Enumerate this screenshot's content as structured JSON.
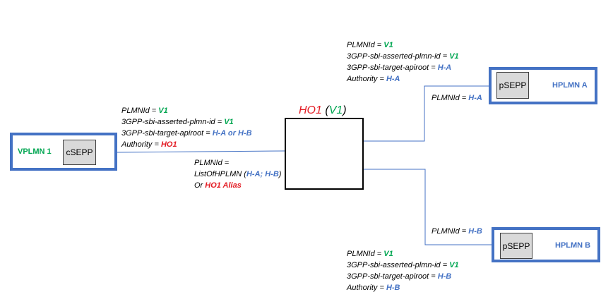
{
  "colors": {
    "box_border": "#4472c4",
    "green": "#00a651",
    "blue": "#4472c4",
    "red": "#e31b23",
    "line": "#4472c4"
  },
  "hub": {
    "name": "HO1",
    "plmn": "V1",
    "paren_open": "(",
    "paren_close": ")"
  },
  "vplmn": {
    "label": "VPLMN 1",
    "sepp": "cSEPP"
  },
  "hplmn_a": {
    "label": "HPLMN A",
    "sepp": "pSEPP",
    "link_key": "PLMNId = ",
    "link_val": "H-A"
  },
  "hplmn_b": {
    "label": "HPLMN B",
    "sepp": "pSEPP",
    "link_key": "PLMNId = ",
    "link_val": "H-B"
  },
  "ann_left": {
    "l1_key": "PLMNId = ",
    "l1_val": "V1",
    "l2_key": "3GPP-sbi-asserted-plmn-id = ",
    "l2_val": "V1",
    "l3_key": "3GPP-sbi-target-apiroot = ",
    "l3_val": "H-A or H-B",
    "l4_key": "Authority = ",
    "l4_val": "HO1"
  },
  "ann_mid": {
    "l1": "PLMNId =",
    "l2_pre": "ListOfHPLMN (",
    "l2_val": "H-A; H-B",
    "l2_post": ")",
    "l3_pre": "Or ",
    "l3_val": "HO1 Alias"
  },
  "ann_top": {
    "l1_key": "PLMNId = ",
    "l1_val": "V1",
    "l2_key": "3GPP-sbi-asserted-plmn-id = ",
    "l2_val": "V1",
    "l3_key": "3GPP-sbi-target-apiroot = ",
    "l3_val": "H-A",
    "l4_key": "Authority = ",
    "l4_val": "H-A"
  },
  "ann_bottom": {
    "l1_key": "PLMNId = ",
    "l1_val": "V1",
    "l2_key": "3GPP-sbi-asserted-plmn-id = ",
    "l2_val": "V1",
    "l3_key": "3GPP-sbi-target-apiroot = ",
    "l3_val": "H-B",
    "l4_key": "Authority = ",
    "l4_val": "H-B"
  }
}
